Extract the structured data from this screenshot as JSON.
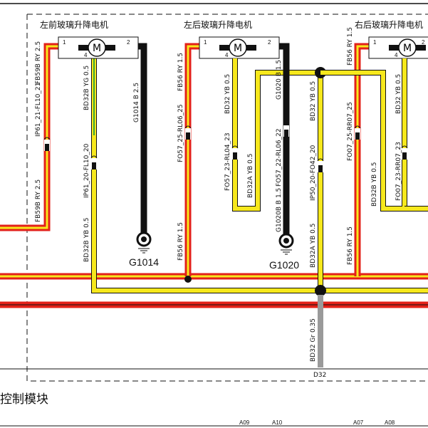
{
  "motors": [
    {
      "title": "左前玻璃升降电机",
      "pin1": "1",
      "pin2": "2",
      "pin4": "4"
    },
    {
      "title": "左后玻璃升降电机",
      "pin1": "1",
      "pin2": "2",
      "pin4": "4"
    },
    {
      "title": "右后玻璃升降电机",
      "pin1": "1",
      "pin2": "2",
      "pin4": "4"
    }
  ],
  "wires": {
    "fb59b_top": "FB59B RY 2.5",
    "ip61_21": "IP61_21-FL10_21",
    "fb59b_bot": "FB59B RY 2.5",
    "bd32b_yg": "BD32B YG 0.5",
    "ip61_20": "IP61_20-FL10_20",
    "bd32b_yb_l": "BD32B YB 0.5",
    "g1014_b": "G1014 B 2.5",
    "fb56_l_top": "FB56 RY 1.5",
    "fo57_25": "FO57_25-RL06_25",
    "fb56_l_bot": "FB56 RY 1.5",
    "bd32_yb_lr": "BD32 YB 0.5",
    "fo57_23": "FO57_23-RL04_23",
    "bd32a_yb_lr": "BD32A YB 0.5",
    "g1020_b": "G1020 B 1.5",
    "fo57_22": "FO57_22-RL06_22",
    "g1020b_b": "G1020B B 1.5",
    "bd32_yb_c": "BD32 YB 0.5",
    "ip50_20": "IP50_20-FO42_20",
    "bd32a_yb_c": "BD32A YB 0.5",
    "fb56_r_top": "FB56 RY 1.5",
    "fo07_25": "FO07_25-RR07_25",
    "fb56_r_bot": "FB56 RY 1.5",
    "bd32b_yb_r": "BD32B YB 0.5",
    "bd32_yb_rr": "BD32 YB 0.5",
    "fo07_23": "FO07_23-RR07_23",
    "bd32_gr": "BD32 Gr 0.35"
  },
  "grounds": {
    "g1014": "G1014",
    "g1020": "G1020"
  },
  "module_title": "控制模块",
  "connector": "D32",
  "pins": [
    "A09",
    "A10",
    "A07",
    "A08"
  ],
  "colors": {
    "red": "#e32119",
    "yellow": "#f7e81c",
    "black": "#111111",
    "gray": "#9a9a9a"
  }
}
